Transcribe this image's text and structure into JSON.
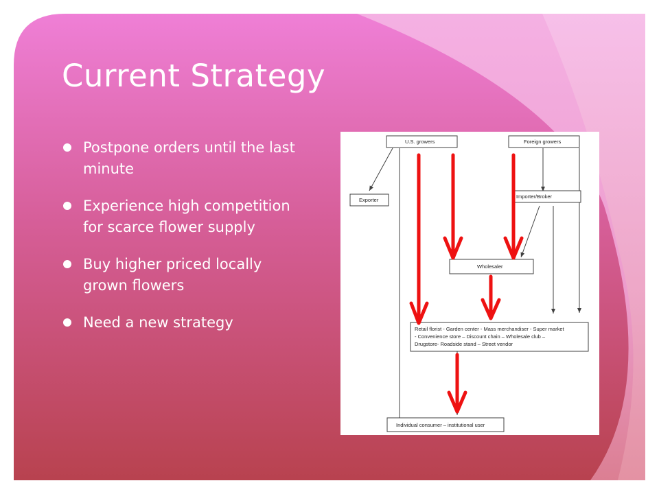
{
  "slide": {
    "title": "Current Strategy",
    "bullets": [
      "Postpone orders until the last minute",
      "Experience high competition for scarce flower supply",
      "Buy higher priced locally grown flowers",
      "Need a new strategy"
    ],
    "theme": {
      "gradient_top": "#ef7fd6",
      "gradient_mid": "#d65e98",
      "gradient_bottom": "#b8424f",
      "light_pink": "#f3a5df",
      "text": "#ffffff",
      "arrow_red": "#ee1111"
    }
  },
  "diagram": {
    "nodes": {
      "us_growers": "U.S. growers",
      "foreign_growers": "Foreign growers",
      "exporter": "Exporter",
      "importer_broker": "Importer/Broker",
      "wholesaler": "Wholesaler",
      "retail": [
        "Retail florist - Garden center - Mass merchandiser - Super market",
        "- Convenience store – Discount chain – Wholesale club –",
        "Drugstore- Roadside stand – Street vendor"
      ],
      "consumer": "Individual consumer – institutional user"
    },
    "red_arrow_count": 5
  }
}
